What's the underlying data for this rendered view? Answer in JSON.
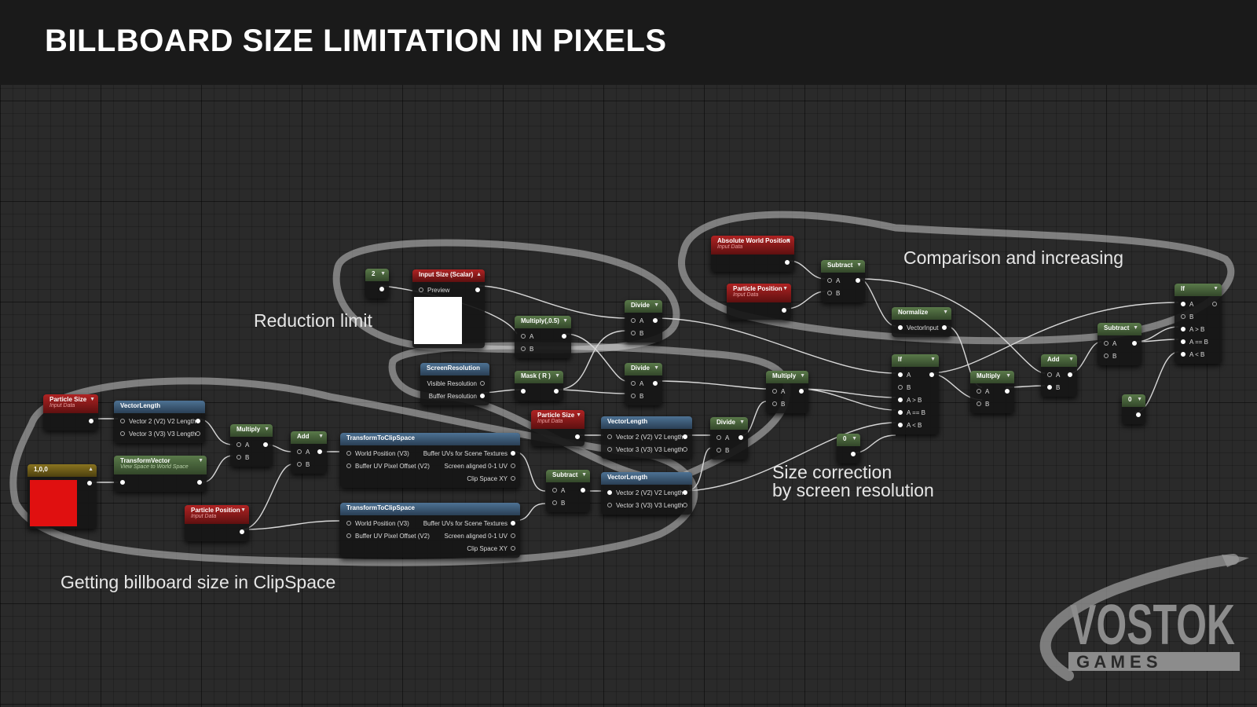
{
  "slide": {
    "title": "BILLBOARD SIZE LIMITATION IN PIXELS"
  },
  "annotations": {
    "reduction": "Reduction limit",
    "comparison": "Comparison and increasing",
    "correction_line1": "Size correction",
    "correction_line2": "by screen resolution",
    "clipspace": "Getting billboard size in ClipSpace"
  },
  "logo": {
    "word": "VOSTOK",
    "sub": "G A M E S"
  },
  "nodes": {
    "particle_size_1": {
      "title": "Particle Size",
      "sub": "Input Data"
    },
    "particle_size_2": {
      "title": "Particle Size",
      "sub": "Input Data"
    },
    "particle_position_1": {
      "title": "Particle Position",
      "sub": "Input Data"
    },
    "particle_position_2": {
      "title": "Particle Position",
      "sub": "Input Data"
    },
    "absolute_world_position": {
      "title": "Absolute World Position",
      "sub": "Input Data"
    },
    "vector_length_1": {
      "title": "VectorLength",
      "pins": [
        "Vector 2 (V2) V2 Length",
        "Vector 3 (V3) V3 Length"
      ]
    },
    "vector_length_2": {
      "title": "VectorLength",
      "pins": [
        "Vector 2 (V2) V2 Length",
        "Vector 3 (V3) V3 Length"
      ]
    },
    "vector_length_3": {
      "title": "VectorLength",
      "pins": [
        "Vector 2 (V2) V2 Length",
        "Vector 3 (V3) V3 Length"
      ]
    },
    "transform_vector": {
      "title": "TransformVector",
      "sub": "View Space to World Space"
    },
    "color_const": {
      "title": "1,0,0",
      "color": "#e01010"
    },
    "multiply_1": {
      "title": "Multiply",
      "pins": [
        "A",
        "B"
      ]
    },
    "multiply_2": {
      "title": "Multiply",
      "pins": [
        "A",
        "B"
      ]
    },
    "multiply_3": {
      "title": "Multiply",
      "pins": [
        "A",
        "B"
      ]
    },
    "multiply_half": {
      "title": "Multiply(,0.5)",
      "pins": [
        "A",
        "B"
      ]
    },
    "add_1": {
      "title": "Add",
      "pins": [
        "A",
        "B"
      ]
    },
    "add_2": {
      "title": "Add",
      "pins": [
        "A",
        "B"
      ]
    },
    "transform_clip_1": {
      "title": "TransformToClipSpace",
      "pins_in": [
        "World Position (V3)",
        "Buffer UV Pixel Offset (V2)"
      ],
      "pins_out": [
        "Buffer UVs for Scene Textures",
        "Screen aligned 0-1 UV",
        "Clip Space XY"
      ]
    },
    "transform_clip_2": {
      "title": "TransformToClipSpace",
      "pins_in": [
        "World Position (V3)",
        "Buffer UV Pixel Offset (V2)"
      ],
      "pins_out": [
        "Buffer UVs for Scene Textures",
        "Screen aligned 0-1 UV",
        "Clip Space XY"
      ]
    },
    "subtract_1": {
      "title": "Subtract",
      "pins": [
        "A",
        "B"
      ]
    },
    "subtract_2": {
      "title": "Subtract",
      "pins": [
        "A",
        "B"
      ]
    },
    "subtract_3": {
      "title": "Subtract",
      "pins": [
        "A",
        "B"
      ]
    },
    "divide_1": {
      "title": "Divide",
      "pins": [
        "A",
        "B"
      ]
    },
    "divide_2": {
      "title": "Divide",
      "pins": [
        "A",
        "B"
      ]
    },
    "divide_3": {
      "title": "Divide",
      "pins": [
        "A",
        "B"
      ]
    },
    "const_2": {
      "title": "2"
    },
    "const_0a": {
      "title": "0"
    },
    "const_0b": {
      "title": "0"
    },
    "input_size": {
      "title": "Input Size (Scalar)",
      "pin": "Preview"
    },
    "screen_resolution": {
      "title": "ScreenResolution",
      "pins": [
        "Visible Resolution",
        "Buffer Resolution"
      ]
    },
    "mask_r": {
      "title": "Mask ( R )"
    },
    "normalize": {
      "title": "Normalize",
      "pin": "VectorInput"
    },
    "if_1": {
      "title": "If",
      "pins": [
        "A",
        "B",
        "A > B",
        "A == B",
        "A < B"
      ]
    },
    "if_2": {
      "title": "If",
      "pins": [
        "A",
        "B",
        "A > B",
        "A == B",
        "A < B"
      ]
    }
  }
}
